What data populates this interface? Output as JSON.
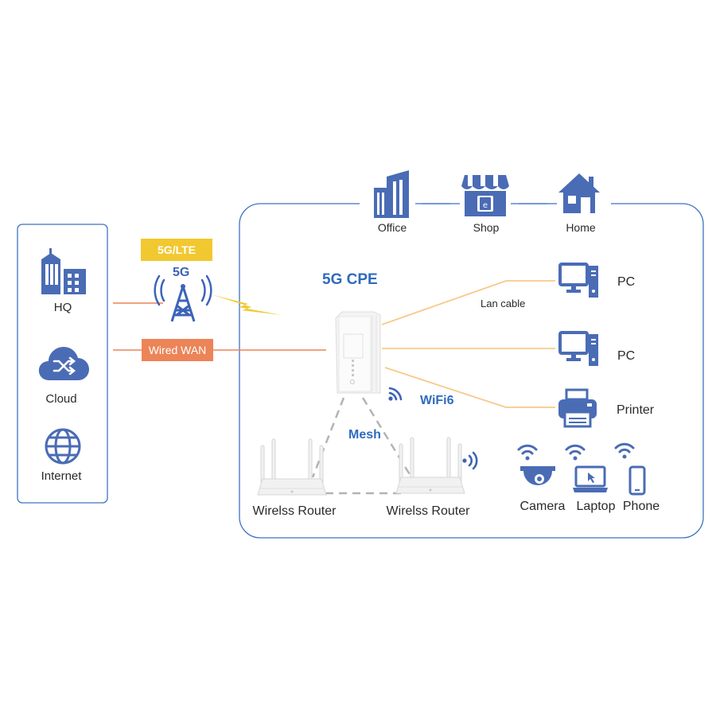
{
  "left_panel": {
    "items": [
      {
        "label": "HQ",
        "icon": "office-buildings-icon"
      },
      {
        "label": "Cloud",
        "icon": "cloud-shuffle-icon"
      },
      {
        "label": "Internet",
        "icon": "globe-icon"
      }
    ]
  },
  "links": {
    "lte_tag": "5G/LTE",
    "tower_badge": "5G",
    "wan_tag": "Wired WAN",
    "lan_cable": "Lan cable",
    "wifi": "WiFi6",
    "mesh": "Mesh"
  },
  "cpe": {
    "label": "5G CPE"
  },
  "top_sites": [
    {
      "label": "Office",
      "icon": "office-building-icon"
    },
    {
      "label": "Shop",
      "icon": "shop-icon"
    },
    {
      "label": "Home",
      "icon": "home-icon"
    }
  ],
  "wired_devices": [
    {
      "label": "PC",
      "icon": "pc-icon"
    },
    {
      "label": "PC",
      "icon": "pc-icon"
    },
    {
      "label": "Printer",
      "icon": "printer-icon"
    }
  ],
  "routers": [
    {
      "label": "Wirelss Router"
    },
    {
      "label": "Wirelss Router"
    }
  ],
  "wifi_devices": [
    {
      "label": "Camera",
      "icon": "camera-icon"
    },
    {
      "label": "Laptop",
      "icon": "laptop-icon"
    },
    {
      "label": "Phone",
      "icon": "phone-icon"
    }
  ],
  "colors": {
    "icon_blue": "#4a6cb5",
    "label_blue": "#2f6bbd",
    "frame_blue": "#3f72c4",
    "lte_yellow": "#f2c830",
    "wan_orange": "#ec8458",
    "lan_line": "#f7c98a",
    "mesh_gray": "#b3b3b3"
  }
}
